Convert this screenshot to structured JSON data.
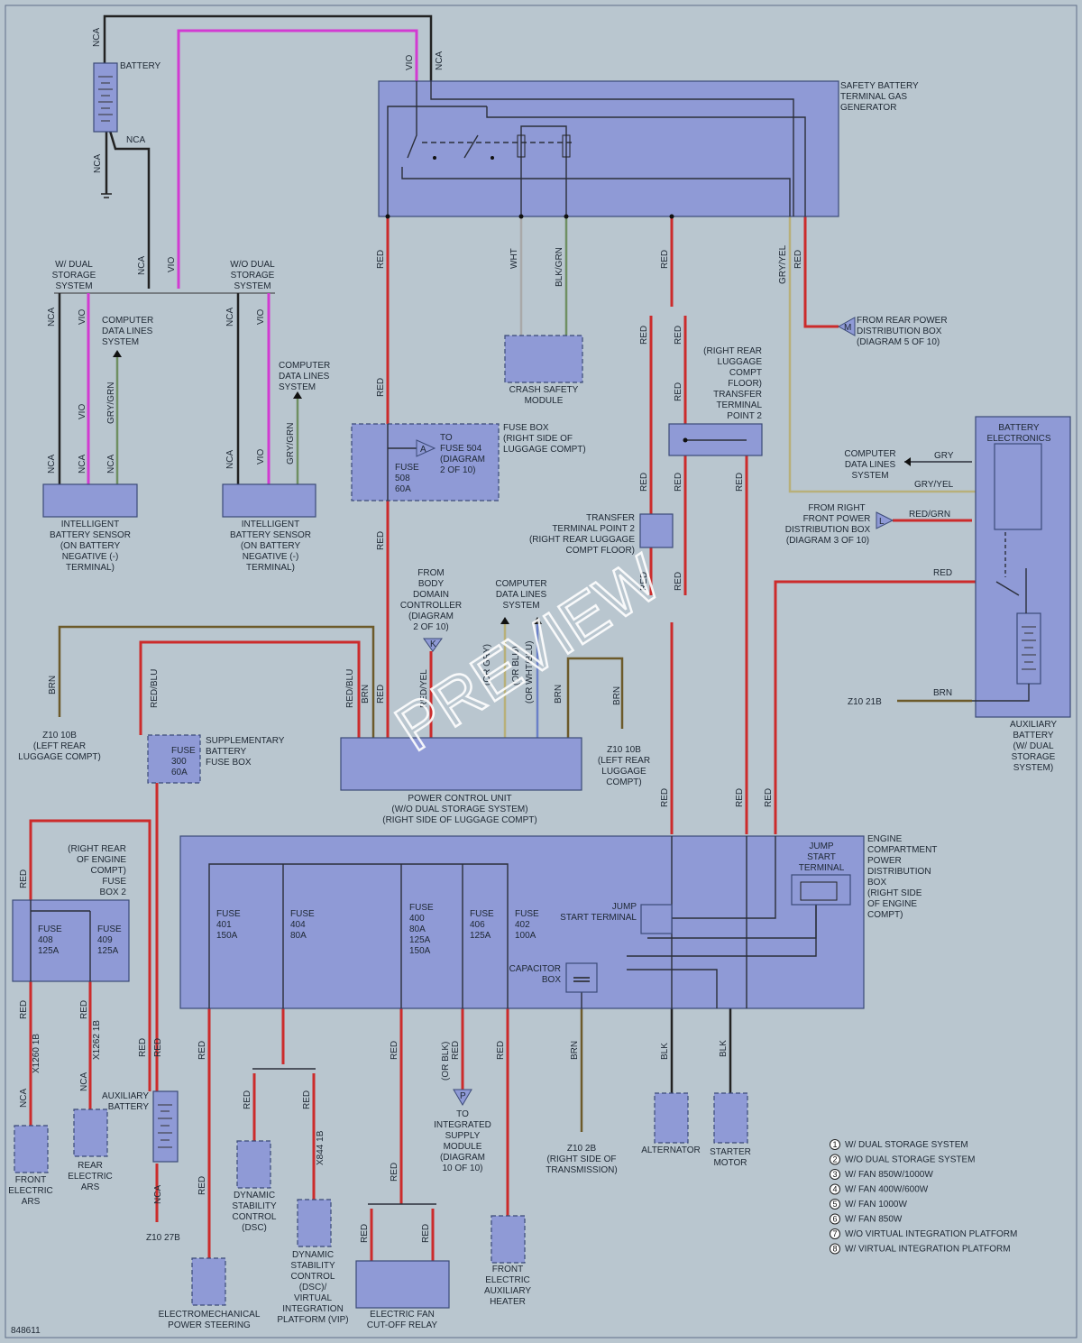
{
  "diagram_id": "848611",
  "watermark": "PREVIEW",
  "components": {
    "battery": "BATTERY",
    "safety_gas_gen": [
      "SAFETY BATTERY",
      "TERMINAL GAS",
      "GENERATOR"
    ],
    "w_dual": [
      "W/ DUAL",
      "STORAGE",
      "SYSTEM"
    ],
    "wo_dual": [
      "W/O DUAL",
      "STORAGE",
      "SYSTEM"
    ],
    "cdl_1": [
      "COMPUTER",
      "DATA LINES",
      "SYSTEM"
    ],
    "cdl_2": [
      "COMPUTER",
      "DATA LINES",
      "SYSTEM"
    ],
    "ibs_1": [
      "INTELLIGENT",
      "BATTERY SENSOR",
      "(ON BATTERY",
      "NEGATIVE (-)",
      "TERMINAL)"
    ],
    "ibs_2": [
      "INTELLIGENT",
      "BATTERY SENSOR",
      "(ON BATTERY",
      "NEGATIVE (-)",
      "TERMINAL)"
    ],
    "crash": [
      "CRASH SAFETY",
      "MODULE"
    ],
    "fuse_box_rear": [
      "FUSE BOX",
      "(RIGHT SIDE OF",
      "LUGGAGE COMPT)"
    ],
    "to_fuse504": [
      "TO",
      "FUSE 504",
      "(DIAGRAM",
      "2 OF 10)"
    ],
    "fuse508": [
      "FUSE",
      "508",
      "60A"
    ],
    "from_rear_pdb": [
      "FROM REAR POWER",
      "DISTRIBUTION BOX",
      "(DIAGRAM 5 OF 10)"
    ],
    "rr_transfer": [
      "(RIGHT REAR",
      "LUGGAGE",
      "COMPT",
      "FLOOR)",
      "TRANSFER",
      "TERMINAL",
      "POINT 2"
    ],
    "transfer_tp2": [
      "TRANSFER",
      "TERMINAL POINT 2",
      "(RIGHT REAR LUGGAGE",
      "COMPT FLOOR)"
    ],
    "batt_elec": [
      "BATTERY",
      "ELECTRONICS"
    ],
    "cdl_3": [
      "COMPUTER",
      "DATA LINES",
      "SYSTEM"
    ],
    "from_rf_pdb": [
      "FROM RIGHT",
      "FRONT POWER",
      "DISTRIBUTION BOX",
      "(DIAGRAM 3 OF 10)"
    ],
    "aux_batt_right": [
      "AUXILIARY",
      "BATTERY",
      "(W/ DUAL",
      "STORAGE",
      "SYSTEM)"
    ],
    "from_bdc": [
      "FROM",
      "BODY",
      "DOMAIN",
      "CONTROLLER",
      "(DIAGRAM",
      "2 OF 10)"
    ],
    "cdl_4": [
      "COMPUTER",
      "DATA LINES",
      "SYSTEM"
    ],
    "z10_10b_left": [
      "Z10 10B",
      "(LEFT REAR",
      "LUGGAGE COMPT)"
    ],
    "z10_10b_mid": [
      "Z10 10B",
      "(LEFT REAR",
      "LUGGAGE",
      "COMPT)"
    ],
    "supp_fuse": [
      "SUPPLEMENTARY",
      "BATTERY",
      "FUSE BOX"
    ],
    "fuse300": [
      "FUSE",
      "300",
      "60A"
    ],
    "pcu": [
      "POWER CONTROL UNIT",
      "(W/O DUAL STORAGE SYSTEM)",
      "(RIGHT SIDE OF LUGGAGE COMPT)"
    ],
    "z10_21b": "Z10 21B",
    "ecpdb": [
      "ENGINE",
      "COMPARTMENT",
      "POWER",
      "DISTRIBUTION",
      "BOX",
      "(RIGHT SIDE",
      "OF ENGINE",
      "COMPT)"
    ],
    "jump_start_terminal": [
      "JUMP",
      "START",
      "TERMINAL"
    ],
    "jump_start_inner": [
      "JUMP",
      "START TERMINAL"
    ],
    "capacitor_box": [
      "CAPACITOR",
      "BOX"
    ],
    "fuse401": [
      "FUSE",
      "401",
      "150A"
    ],
    "fuse404": [
      "FUSE",
      "404",
      "80A"
    ],
    "fuse400": [
      "FUSE",
      "400",
      "80A",
      "125A",
      "150A"
    ],
    "fuse406": [
      "FUSE",
      "406",
      "125A"
    ],
    "fuse402": [
      "FUSE",
      "402",
      "100A"
    ],
    "fuse_box2": [
      "(RIGHT REAR",
      "OF ENGINE",
      "COMPT)",
      "FUSE",
      "BOX 2"
    ],
    "fuse408": [
      "FUSE",
      "408",
      "125A"
    ],
    "fuse409": [
      "FUSE",
      "409",
      "125A"
    ],
    "front_ears": [
      "FRONT",
      "ELECTRIC",
      "ARS"
    ],
    "rear_ears": [
      "REAR",
      "ELECTRIC",
      "ARS"
    ],
    "aux_batt_left": [
      "AUXILIARY",
      "BATTERY"
    ],
    "z10_27b": "Z10 27B",
    "eps": [
      "ELECTROMECHANICAL",
      "POWER STEERING"
    ],
    "dsc": [
      "DYNAMIC",
      "STABILITY",
      "CONTROL",
      "(DSC)"
    ],
    "dsc_vip": [
      "DYNAMIC",
      "STABILITY",
      "CONTROL",
      "(DSC)/",
      "VIRTUAL",
      "INTEGRATION",
      "PLATFORM (VIP)"
    ],
    "fan_relay": [
      "ELECTRIC FAN",
      "CUT-OFF RELAY"
    ],
    "to_ism": [
      "TO",
      "INTEGRATED",
      "SUPPLY",
      "MODULE",
      "(DIAGRAM",
      "10 OF 10)"
    ],
    "front_heater": [
      "FRONT",
      "ELECTRIC",
      "AUXILIARY",
      "HEATER"
    ],
    "z10_2b": [
      "Z10 2B",
      "(RIGHT SIDE OF",
      "TRANSMISSION)"
    ],
    "alternator": "ALTERNATOR",
    "starter": [
      "STARTER",
      "MOTOR"
    ]
  },
  "connector_refs": {
    "A": "A",
    "M": "M",
    "L": "L",
    "K": "K",
    "P": "P"
  },
  "legend": [
    {
      "num": "1",
      "text": "W/ DUAL STORAGE SYSTEM"
    },
    {
      "num": "2",
      "text": "W/O DUAL STORAGE SYSTEM"
    },
    {
      "num": "3",
      "text": "W/ FAN 850W/1000W"
    },
    {
      "num": "4",
      "text": "W/ FAN 400W/600W"
    },
    {
      "num": "5",
      "text": "W/ FAN 1000W"
    },
    {
      "num": "6",
      "text": "W/ FAN 850W"
    },
    {
      "num": "7",
      "text": "W/O VIRTUAL INTEGRATION PLATFORM"
    },
    {
      "num": "8",
      "text": "W/ VIRTUAL INTEGRATION PLATFORM"
    }
  ],
  "wire_labels": {
    "nca": "NCA",
    "vio": "VIO",
    "red": "RED",
    "wht": "WHT",
    "blkgrn": "BLK/GRN",
    "gryyel": "GRY/YEL",
    "gry": "GRY",
    "redgrn": "RED/GRN",
    "brn": "BRN",
    "redblu": "RED/BLU",
    "gryGrn": "GRY/GRN",
    "redyel": "RED/YEL",
    "orgry": "(OR GRY)",
    "orblu": "(OR BLU)",
    "orwht": "(OR WHT/BLU)",
    "blk": "BLK",
    "orblk": "(OR BLK)",
    "x1260": "X1260 1B",
    "x1262": "X1262 1B",
    "x844": "X844 1B"
  }
}
